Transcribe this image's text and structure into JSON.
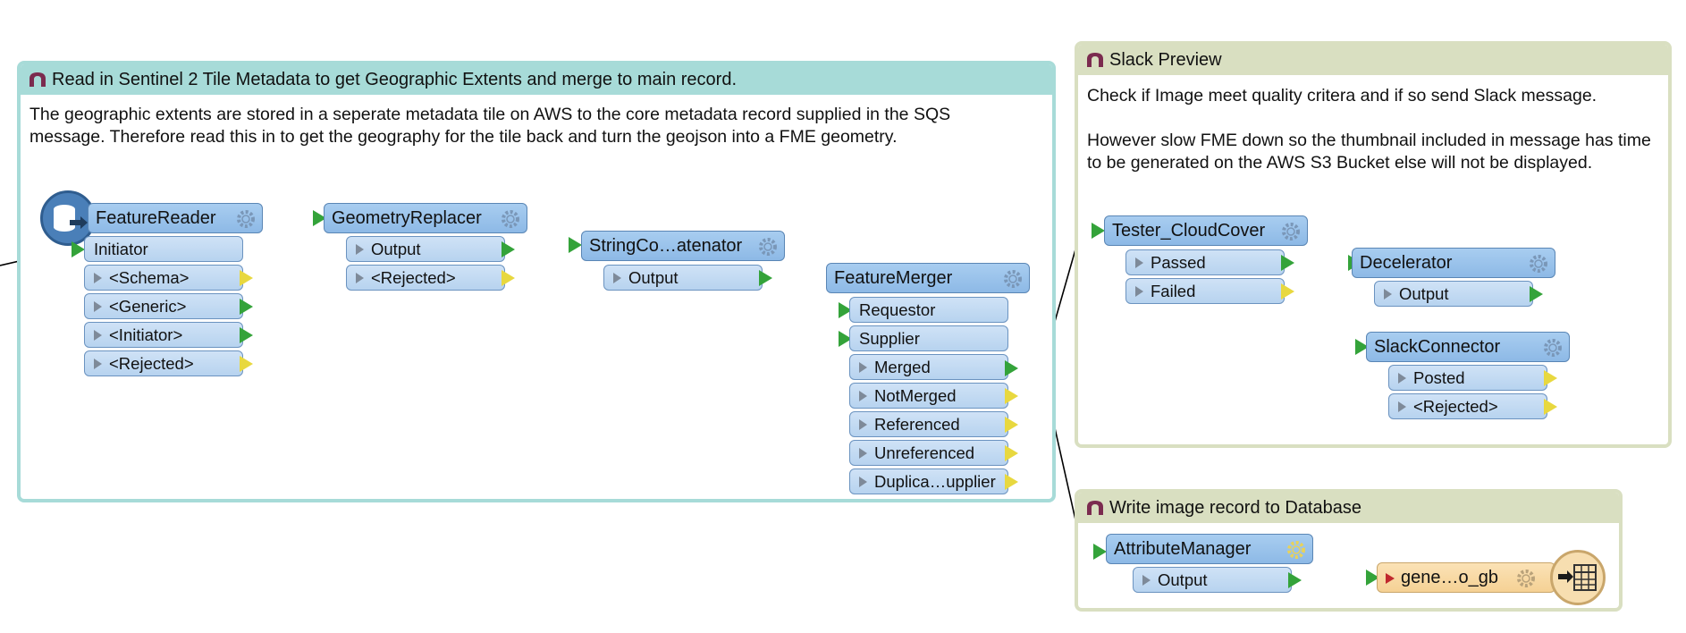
{
  "bookmarks": {
    "read": {
      "title": "Read in Sentinel 2 Tile Metadata to get Geographic Extents and merge to main record.",
      "body": "The geographic extents are stored in a seperate metadata tile on AWS to the core metadata record supplied in the SQS message. Therefore read this in to get the geography for the tile back and turn the geojson into a FME geometry."
    },
    "slack": {
      "title": "Slack Preview",
      "body": "Check if Image meet quality critera and if so send Slack message.\n\nHowever slow FME down so the thumbnail included in message has time to be generated on the AWS S3 Bucket else will not be displayed."
    },
    "write": {
      "title": "Write image record to Database"
    }
  },
  "transformers": {
    "feature_reader": {
      "name": "FeatureReader",
      "input": "Initiator",
      "outputs": [
        "<Schema>",
        "<Generic>",
        "<Initiator>",
        "<Rejected>"
      ]
    },
    "geometry_replacer": {
      "name": "GeometryReplacer",
      "outputs": [
        "Output",
        "<Rejected>"
      ]
    },
    "string_concatenator": {
      "name": "StringCo…atenator",
      "outputs": [
        "Output"
      ]
    },
    "feature_merger": {
      "name": "FeatureMerger",
      "inputs": [
        "Requestor",
        "Supplier"
      ],
      "outputs": [
        "Merged",
        "NotMerged",
        "Referenced",
        "Unreferenced",
        "Duplica…upplier"
      ]
    },
    "tester_cloudcover": {
      "name": "Tester_CloudCover",
      "outputs": [
        "Passed",
        "Failed"
      ]
    },
    "decelerator": {
      "name": "Decelerator",
      "outputs": [
        "Output"
      ]
    },
    "slack_connector": {
      "name": "SlackConnector",
      "outputs": [
        "Posted",
        "<Rejected>"
      ]
    },
    "attribute_manager": {
      "name": "AttributeManager",
      "outputs": [
        "Output"
      ]
    },
    "writer": {
      "name": "gene…o_gb"
    }
  },
  "colors": {
    "read_bookmark": "#a7dbd8",
    "slack_bookmark": "#d9dfc1",
    "transformer": "#8db9e6",
    "writer": "#f5d194",
    "port_green": "#34a33a",
    "port_yellow": "#e8d83f"
  },
  "icons": [
    "bookmark-icon",
    "gear-icon",
    "reader-database-icon",
    "writer-table-icon"
  ]
}
